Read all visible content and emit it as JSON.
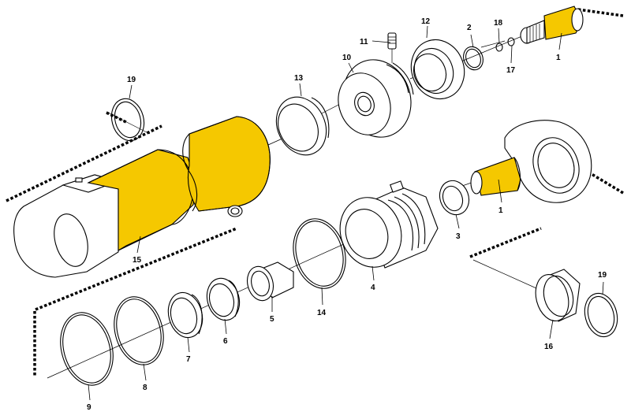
{
  "highlight_color": "#F5C800",
  "labels": {
    "l1a": "1",
    "l1b": "1",
    "l2": "2",
    "l3": "3",
    "l4": "4",
    "l5": "5",
    "l6": "6",
    "l7": "7",
    "l8": "8",
    "l9": "9",
    "l10": "10",
    "l11": "11",
    "l12": "12",
    "l13": "13",
    "l14": "14",
    "l15": "15",
    "l16": "16",
    "l17": "17",
    "l18": "18",
    "l19a": "19",
    "l19b": "19"
  }
}
